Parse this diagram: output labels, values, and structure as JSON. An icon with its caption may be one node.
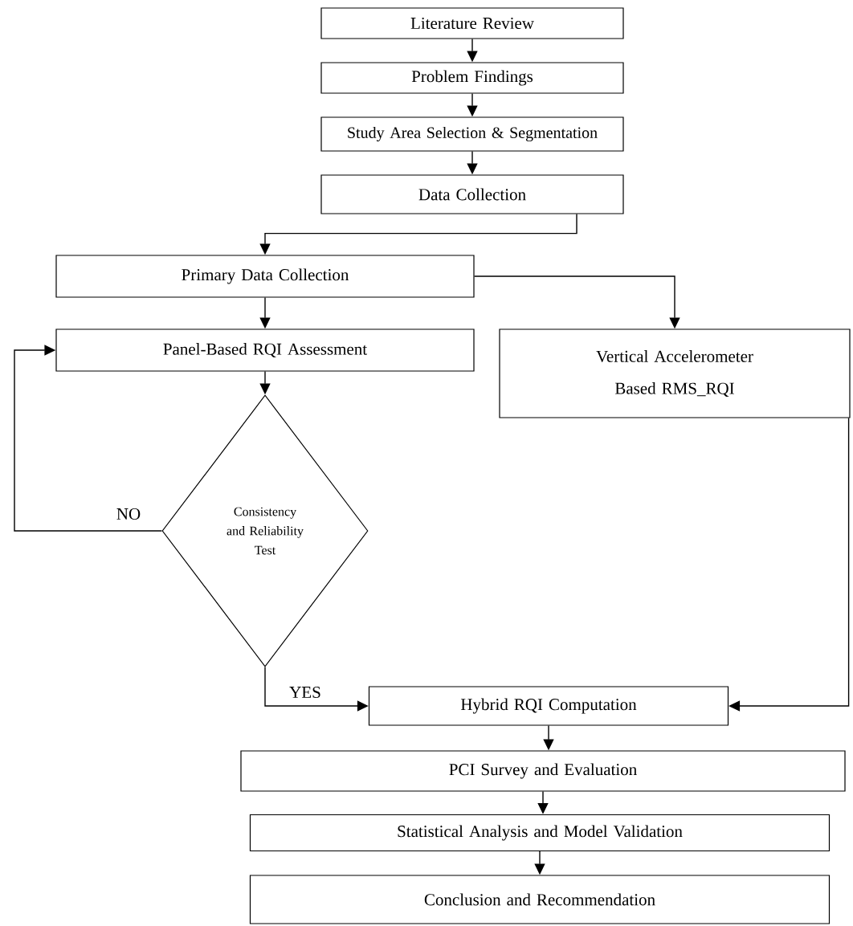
{
  "diagram": {
    "nodes": [
      {
        "text": [
          "Literature Review"
        ]
      },
      {
        "text": [
          "Problem Findings"
        ]
      },
      {
        "text": [
          "Study Area Selection & Segmentation"
        ]
      },
      {
        "text": [
          "Data Collection"
        ]
      },
      {
        "text": [
          "Primary Data Collection"
        ]
      },
      {
        "text": [
          "Panel-Based RQI Assessment"
        ]
      },
      {
        "text": [
          "Vertical Accelerometer Based RMS_RQI"
        ]
      },
      {
        "text": [
          "Consistency and Reliability Test"
        ]
      },
      {
        "text": [
          "Hybrid RQI Computation"
        ]
      },
      {
        "text": [
          "PCI Survey and Evaluation"
        ]
      },
      {
        "text": [
          "Statistical Analysis and Model Validation"
        ]
      },
      {
        "text": [
          "Conclusion and Recommendation"
        ]
      }
    ],
    "edges": [
      {
        "from": 0,
        "to": 1,
        "arrow": "to"
      },
      {
        "from": 1,
        "to": 2,
        "arrow": "to"
      },
      {
        "from": 2,
        "to": 3,
        "arrow": "to"
      },
      {
        "from": 3,
        "to": 4,
        "arrow": "to"
      },
      {
        "from": 4,
        "to": 5,
        "arrow": "to"
      },
      {
        "from": 4,
        "to": 6,
        "arrow": "to"
      },
      {
        "from": 5,
        "to": 7,
        "arrow": "to"
      },
      {
        "from": 7,
        "to": 5,
        "arrow": "to",
        "label": "NO"
      },
      {
        "from": 7,
        "to": 8,
        "arrow": "to",
        "label": "YES"
      },
      {
        "from": 6,
        "to": 8,
        "arrow": "to"
      },
      {
        "from": 8,
        "to": 9,
        "arrow": "to"
      },
      {
        "from": 9,
        "to": 10,
        "arrow": "to"
      },
      {
        "from": 10,
        "to": 11,
        "arrow": "to"
      }
    ]
  }
}
